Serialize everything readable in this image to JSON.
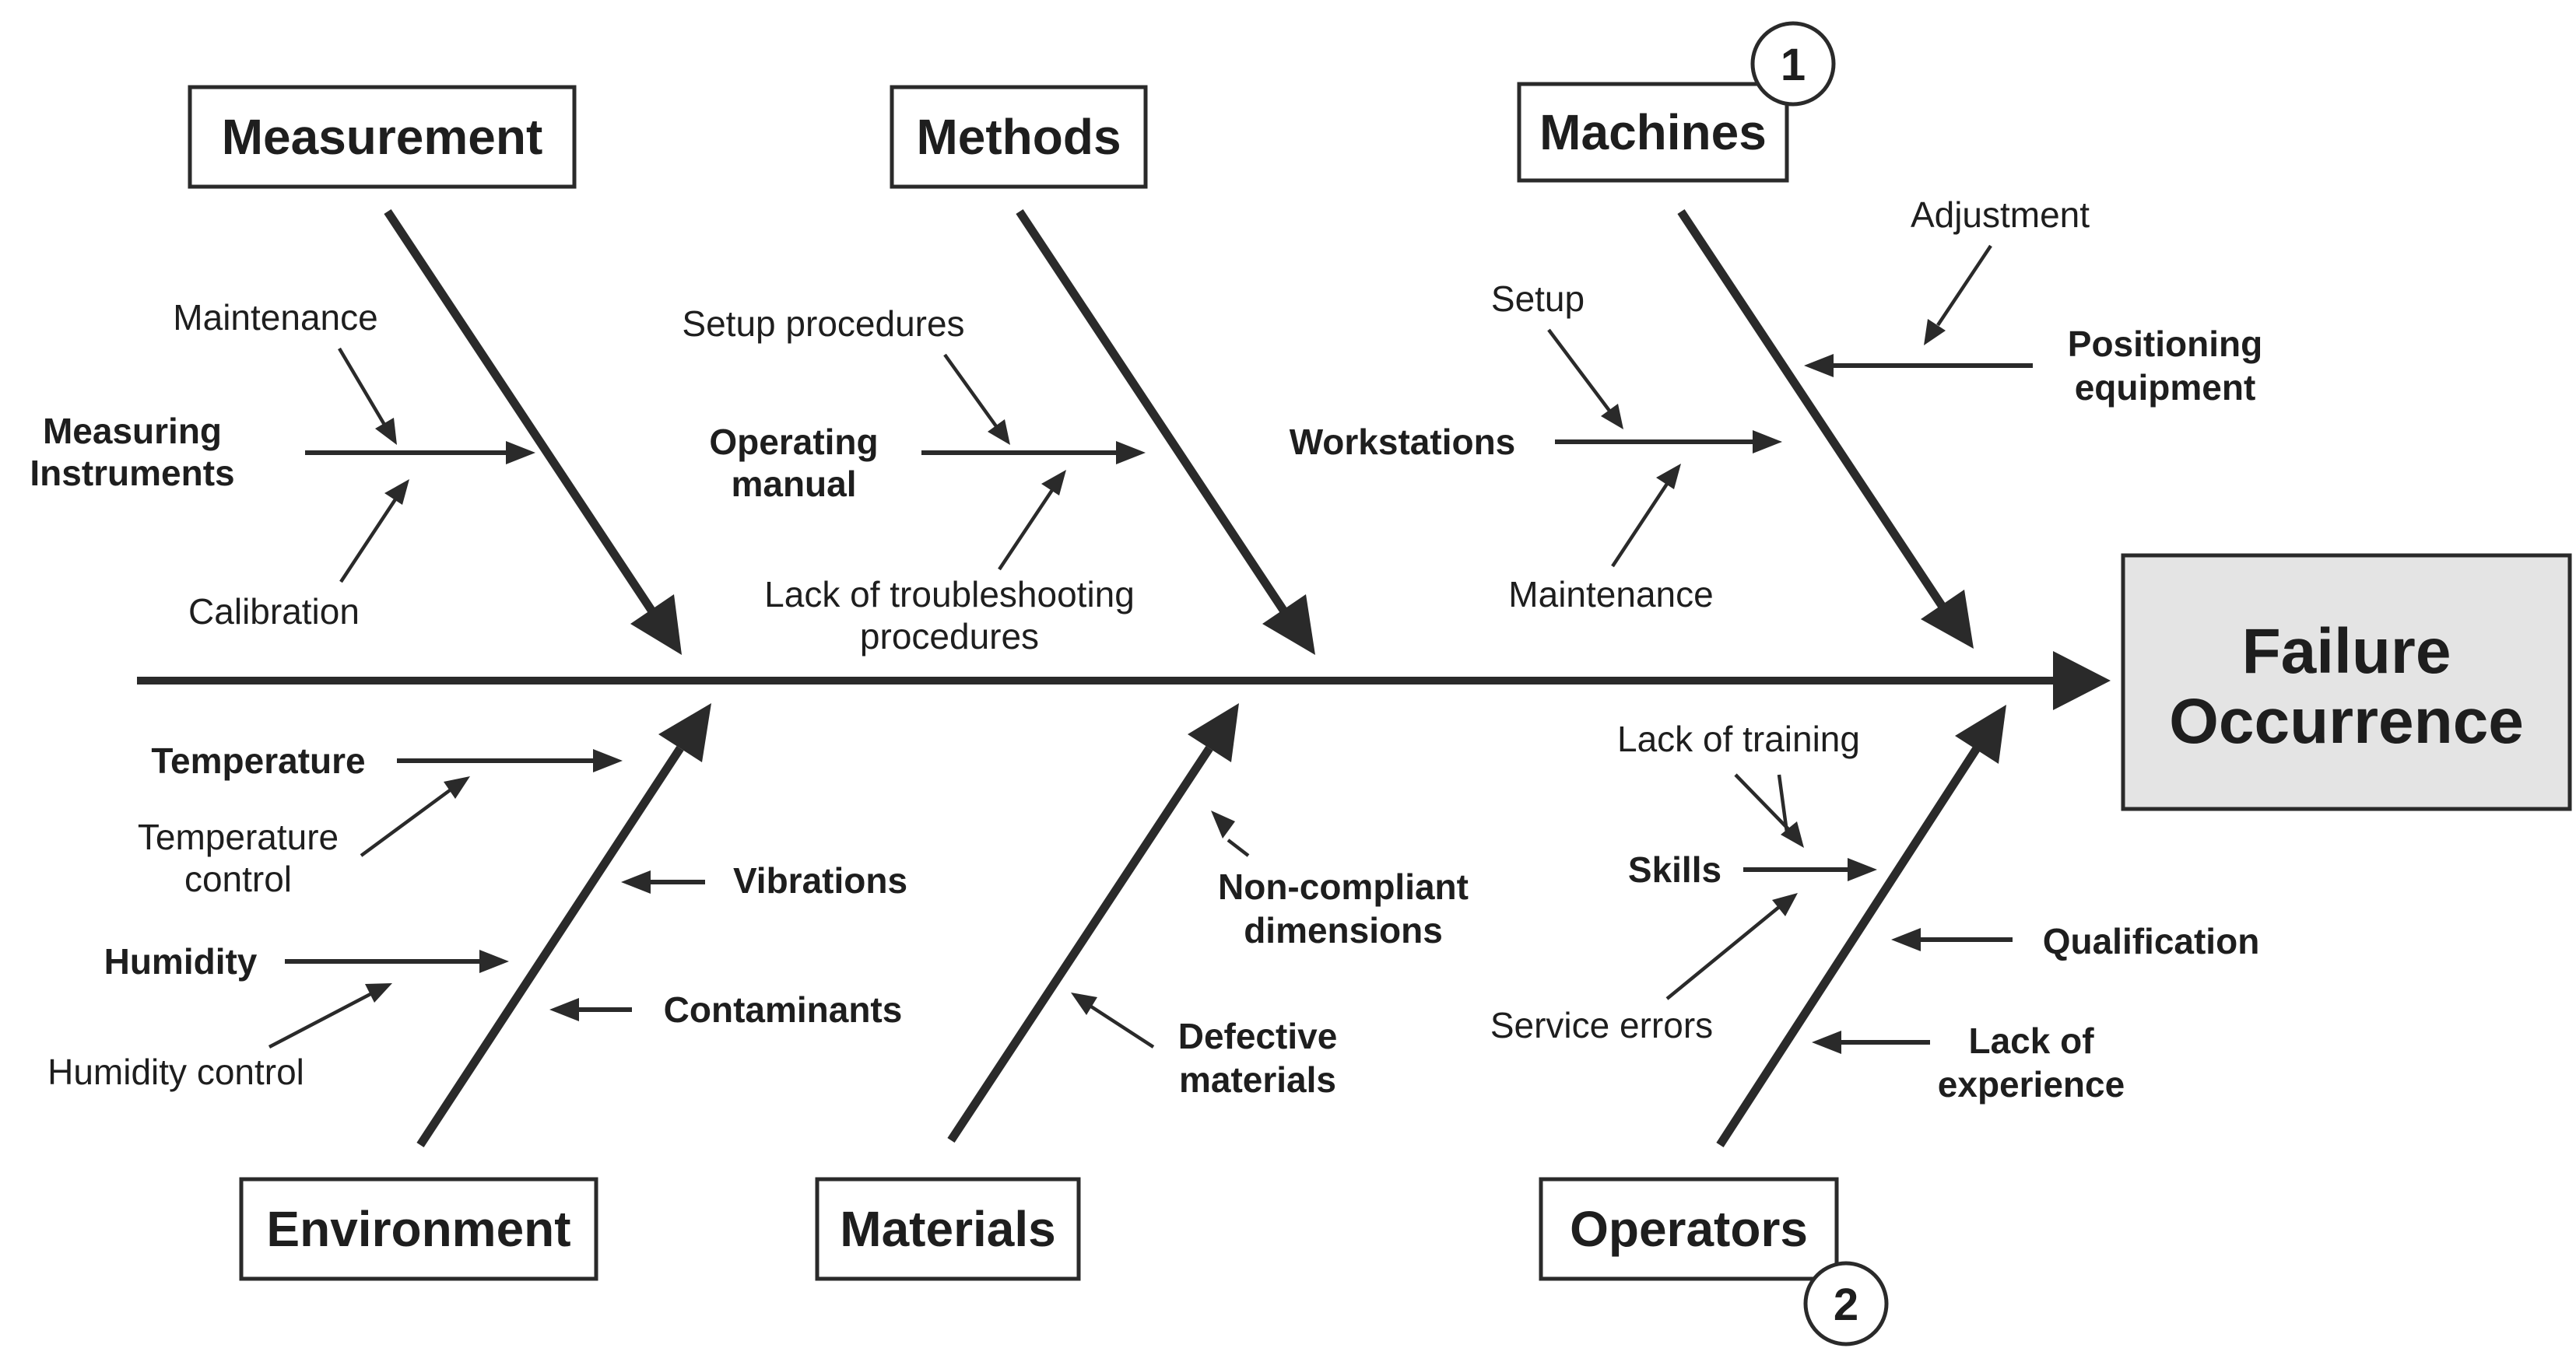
{
  "effect": {
    "line1": "Failure",
    "line2": "Occurrence"
  },
  "categories": {
    "measurement": "Measurement",
    "methods": "Methods",
    "machines": "Machines",
    "environment": "Environment",
    "materials": "Materials",
    "operators": "Operators"
  },
  "markers": {
    "machines": "1",
    "operators": "2"
  },
  "causes": {
    "measuring_instruments": {
      "line1": "Measuring",
      "line2": "Instruments"
    },
    "maintenance_measure": "Maintenance",
    "calibration": "Calibration",
    "operating_manual": {
      "line1": "Operating",
      "line2": "manual"
    },
    "setup_procedures": "Setup procedures",
    "lack_troubleshooting": {
      "line1": "Lack of troubleshooting",
      "line2": "procedures"
    },
    "workstations": "Workstations",
    "setup": "Setup",
    "maintenance_machine": "Maintenance",
    "positioning_equipment": {
      "line1": "Positioning",
      "line2": "equipment"
    },
    "adjustment": "Adjustment",
    "temperature": "Temperature",
    "temperature_control": {
      "line1": "Temperature",
      "line2": "control"
    },
    "humidity": "Humidity",
    "humidity_control": "Humidity control",
    "vibrations": "Vibrations",
    "contaminants": "Contaminants",
    "non_compliant": {
      "line1": "Non-compliant",
      "line2": "dimensions"
    },
    "defective": {
      "line1": "Defective",
      "line2": "materials"
    },
    "skills": "Skills",
    "lack_training": "Lack of training",
    "service_errors": "Service errors",
    "qualification": "Qualification",
    "lack_experience": {
      "line1": "Lack of",
      "line2": "experience"
    }
  }
}
